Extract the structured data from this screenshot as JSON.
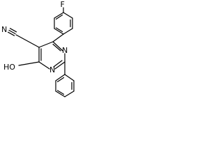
{
  "molecule": {
    "atom_labels": {
      "fluorine": "F",
      "nitrile_nitrogen": "N",
      "ring_nitrogen_upper": "N",
      "ring_nitrogen_lower": "N",
      "hydroxyl": "HO"
    },
    "colors": {
      "bond": "#000000",
      "text": "#000000",
      "background": "#ffffff"
    }
  }
}
